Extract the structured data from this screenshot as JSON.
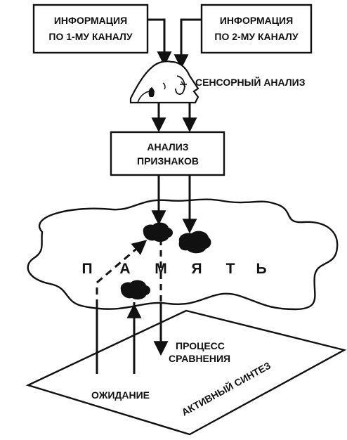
{
  "diagram": {
    "box_channel1": {
      "line1": "ИНФОРМАЦИЯ",
      "line2": "ПО 1-МУ КАНАЛУ"
    },
    "box_channel2": {
      "line1": "ИНФОРМАЦИЯ",
      "line2": "ПО 2-МУ КАНАЛУ"
    },
    "sensory_label": "СЕНСОРНЫЙ АНАЛИЗ",
    "feature_box": {
      "line1": "АНАЛИЗ",
      "line2": "ПРИЗНАКОВ"
    },
    "memory_letters": [
      "П",
      "А",
      "М",
      "Я",
      "Т",
      "Ь"
    ],
    "comparison": {
      "line1": "ПРОЦЕСС",
      "line2": "СРАВНЕНИЯ"
    },
    "expectation_label": "ОЖИДАНИЕ",
    "synthesis_label": "АКТИВНЫЙ  СИНТЕЗ",
    "colors": {
      "ink": "#111111",
      "paper": "#ffffff"
    }
  }
}
